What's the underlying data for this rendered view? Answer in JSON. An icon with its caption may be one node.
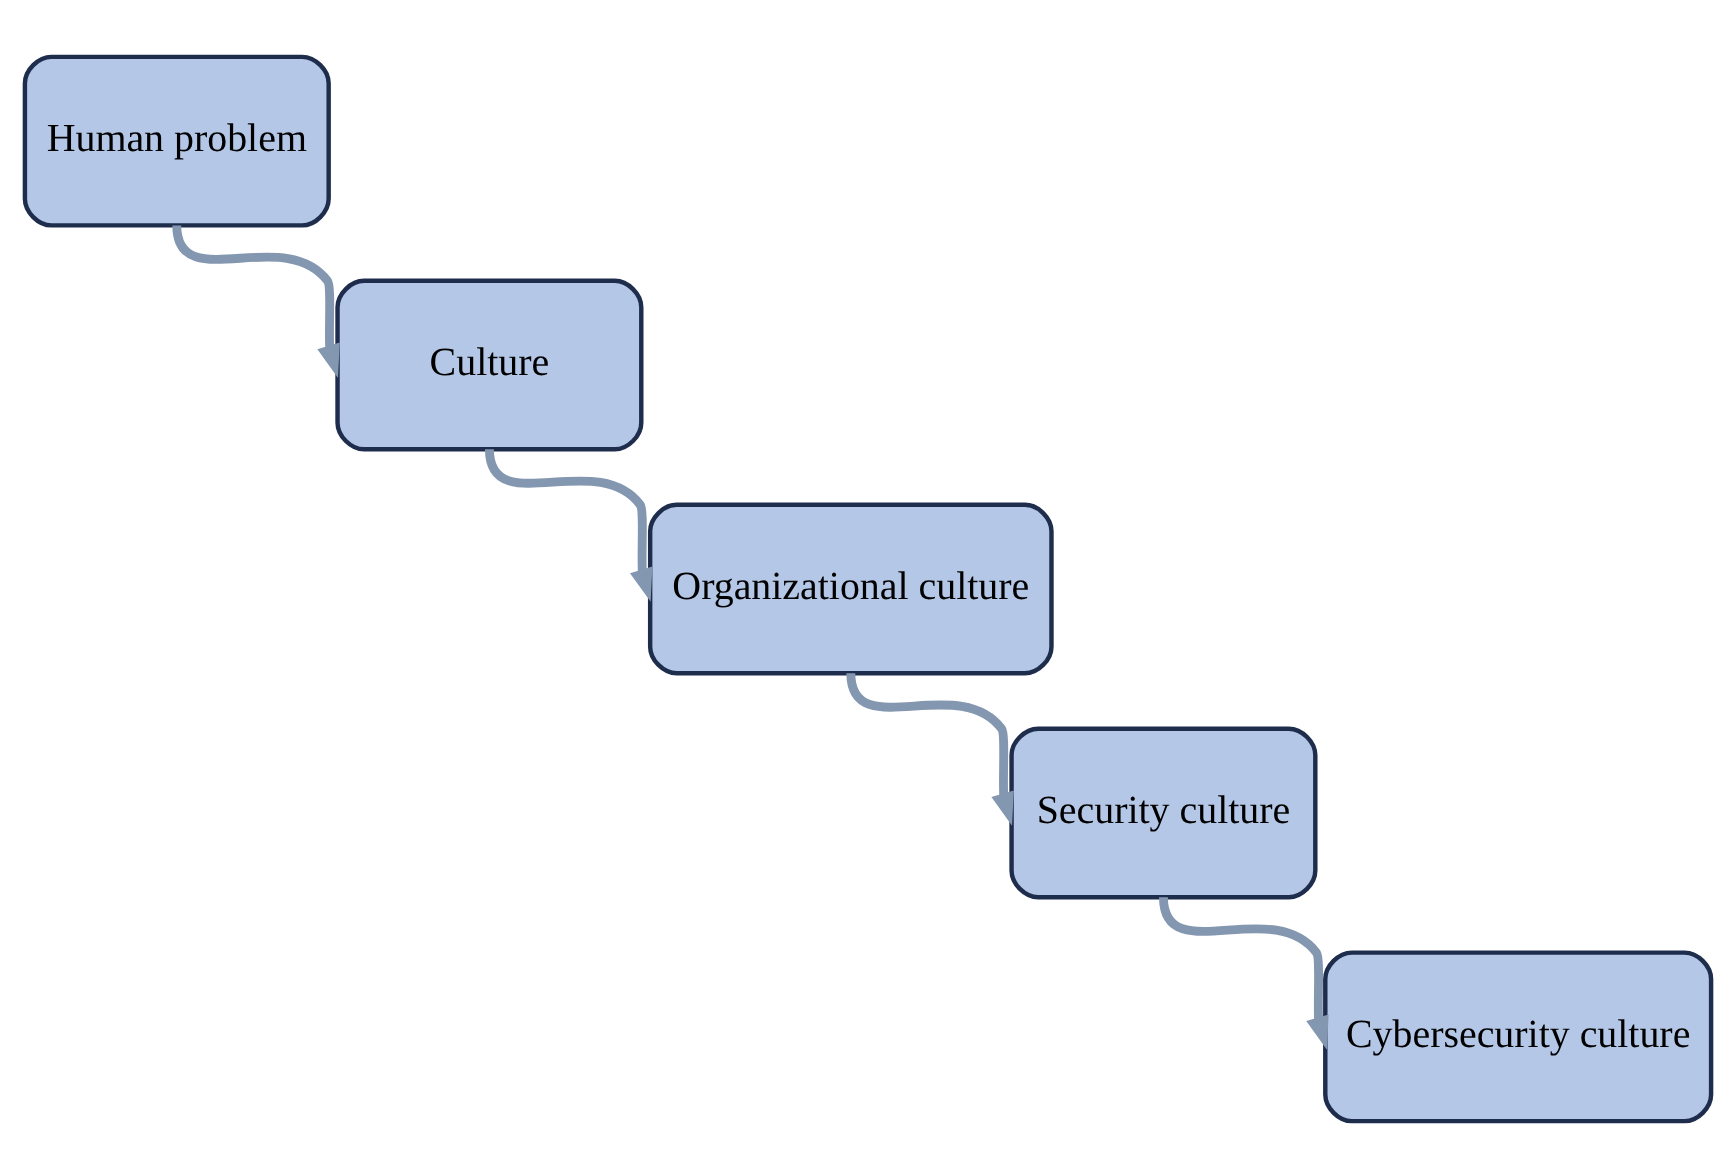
{
  "diagram": {
    "nodes": [
      {
        "text": [
          "Human problem"
        ]
      },
      {
        "text": [
          "Culture"
        ]
      },
      {
        "text": [
          "Organizational culture"
        ]
      },
      {
        "text": [
          "Security culture"
        ]
      },
      {
        "text": [
          "Cybersecurity culture"
        ]
      }
    ],
    "edges": [
      {
        "from": 0,
        "to": 1,
        "arrow": "to"
      },
      {
        "from": 1,
        "to": 2,
        "arrow": "to"
      },
      {
        "from": 2,
        "to": 3,
        "arrow": "to"
      },
      {
        "from": 3,
        "to": 4,
        "arrow": "to"
      }
    ]
  }
}
